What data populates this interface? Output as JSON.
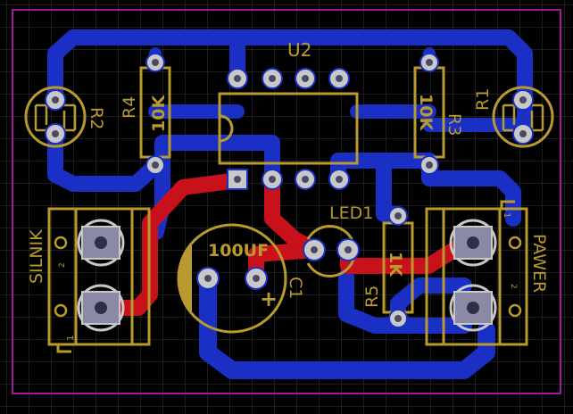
{
  "colors": {
    "background": "#000000",
    "grid": "#3a3a3a",
    "outline": "#a01c9a",
    "bottom_copper": "#1a2fc4",
    "top_copper": "#c8111b",
    "silkscreen": "#b89a2e",
    "pad": "#c8c8c8",
    "pad_hole": "#4a4a66",
    "terminal_pad": "#8a8aa6"
  },
  "labels": {
    "u2": "U2",
    "r4": "R4",
    "r4_value": "10K",
    "r2": "R2",
    "r1": "R1",
    "r3": "R3",
    "r1_value": "10K",
    "led1": "LED1",
    "c1_value": "100UF",
    "c1": "C1",
    "c1_polarity": "+",
    "r5_value": "1K",
    "r5": "R5",
    "silnik": "SILNIK",
    "pawer": "PAWER",
    "pin1": "1",
    "pin2": "2"
  }
}
